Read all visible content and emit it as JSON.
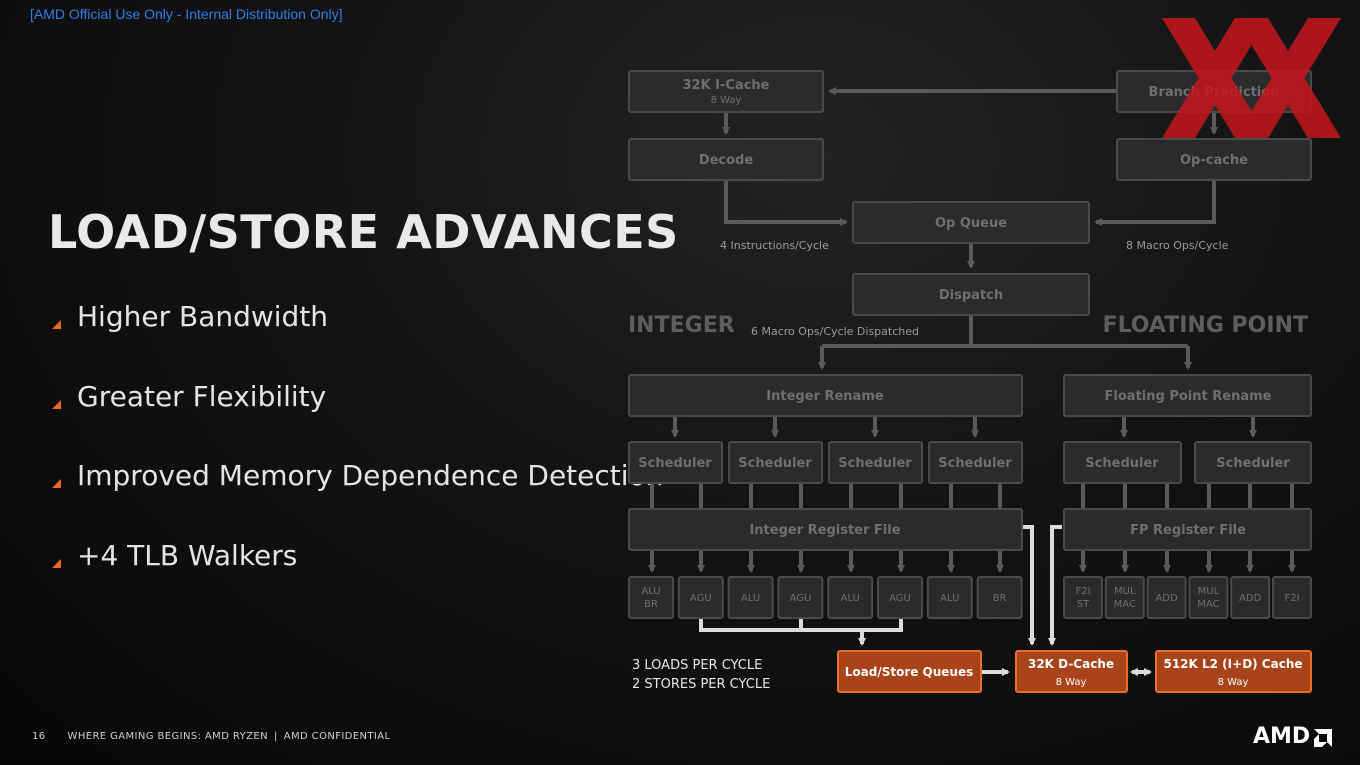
{
  "banner": "[AMD Official Use Only - Internal Distribution Only]",
  "title": "LOAD/STORE ADVANCES",
  "bullets": [
    "Higher Bandwidth",
    "Greater Flexibility",
    "Improved Memory Dependence Detection",
    "+4 TLB Walkers"
  ],
  "footer": {
    "page": "16",
    "tagline": "WHERE GAMING BEGINS:  AMD RYZEN",
    "separator": "|",
    "confidential": "AMD CONFIDENTIAL"
  },
  "logo": {
    "text": "AMD",
    "icon": "amd-arrow-icon"
  },
  "colors": {
    "accent": "#e86a1a",
    "box_fill": "#2b2b2b",
    "box_border": "#4a4a4a",
    "highlight_fill": "#a9431a",
    "highlight_border": "#e8702a",
    "banner": "#2f7fe6",
    "watermark": "#c4161c"
  },
  "diagram": {
    "icache": {
      "label": "32K I-Cache",
      "sub": "8 Way"
    },
    "branch": "Branch Prediction",
    "decode": "Decode",
    "opcache": "Op-cache",
    "opqueue": "Op Queue",
    "dispatch": "Dispatch",
    "ipc_left": "4 Instructions/Cycle",
    "ipc_right": "8 Macro Ops/Cycle",
    "dispatched": "6 Macro Ops/Cycle Dispatched",
    "integer": "INTEGER",
    "fp": "FLOATING POINT",
    "int_rename": "Integer Rename",
    "fp_rename": "Floating Point Rename",
    "scheduler": "Scheduler",
    "int_regfile": "Integer Register File",
    "fp_regfile": "FP Register File",
    "int_units": [
      [
        "ALU",
        "BR"
      ],
      [
        "AGU"
      ],
      [
        "ALU"
      ],
      [
        "AGU"
      ],
      [
        "ALU"
      ],
      [
        "AGU"
      ],
      [
        "ALU"
      ],
      [
        "BR"
      ]
    ],
    "fp_units": [
      [
        "F2I",
        "ST"
      ],
      [
        "MUL",
        "MAC"
      ],
      [
        "ADD"
      ],
      [
        "MUL",
        "MAC"
      ],
      [
        "ADD"
      ],
      [
        "F2I"
      ]
    ],
    "loads": "3 LOADS PER CYCLE",
    "stores": "2 STORES PER CYCLE",
    "lsq": "Load/Store Queues",
    "dcache": {
      "label": "32K D-Cache",
      "sub": "8 Way"
    },
    "l2": {
      "label": "512K L2 (I+D) Cache",
      "sub": "8 Way"
    }
  }
}
